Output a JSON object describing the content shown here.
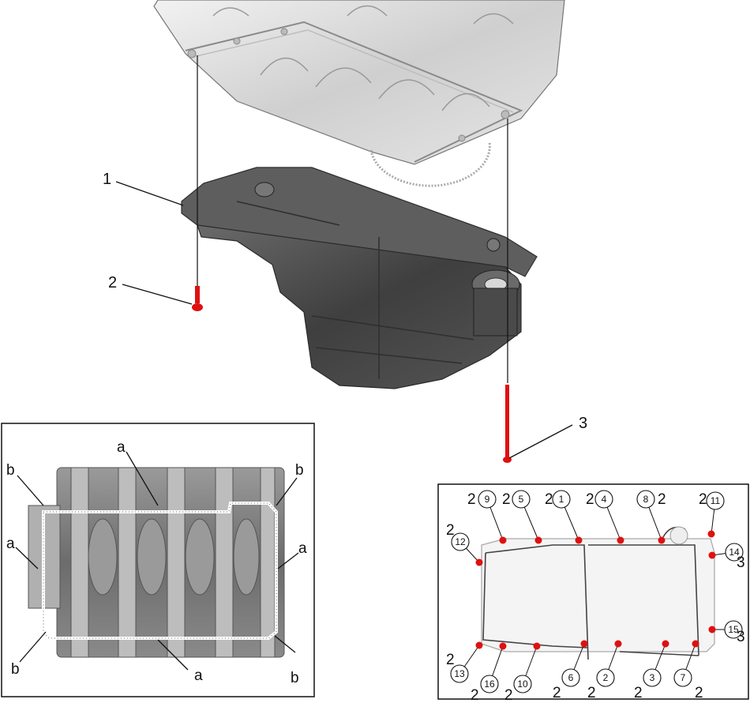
{
  "main_callouts": {
    "oil_pan": "1",
    "bolt": "2",
    "long_bolt": "3"
  },
  "inset_left": {
    "labels": {
      "a_top": "a",
      "a_bottom": "a",
      "a_left": "a",
      "a_right": "a",
      "b_tl": "b",
      "b_tr": "b",
      "b_bl": "b",
      "b_br": "b"
    }
  },
  "inset_right": {
    "sequence": [
      {
        "num": "9",
        "bolt": "2"
      },
      {
        "num": "5",
        "bolt": "2"
      },
      {
        "num": "1",
        "bolt": "2"
      },
      {
        "num": "4",
        "bolt": "2"
      },
      {
        "num": "8",
        "bolt": "2"
      },
      {
        "num": "11",
        "bolt": "2"
      },
      {
        "num": "12",
        "bolt": "2"
      },
      {
        "num": "14",
        "bolt": "3"
      },
      {
        "num": "15",
        "bolt": "3"
      },
      {
        "num": "13",
        "bolt": "2"
      },
      {
        "num": "16",
        "bolt": "2"
      },
      {
        "num": "10",
        "bolt": "2"
      },
      {
        "num": "6",
        "bolt": "2"
      },
      {
        "num": "2",
        "bolt": "2"
      },
      {
        "num": "3",
        "bolt": "2"
      },
      {
        "num": "7",
        "bolt": "2"
      }
    ]
  },
  "colors": {
    "bolt_red": "#e01010",
    "pan_dark": "#4a4a4a",
    "engine_light": "#dcdcdc"
  }
}
